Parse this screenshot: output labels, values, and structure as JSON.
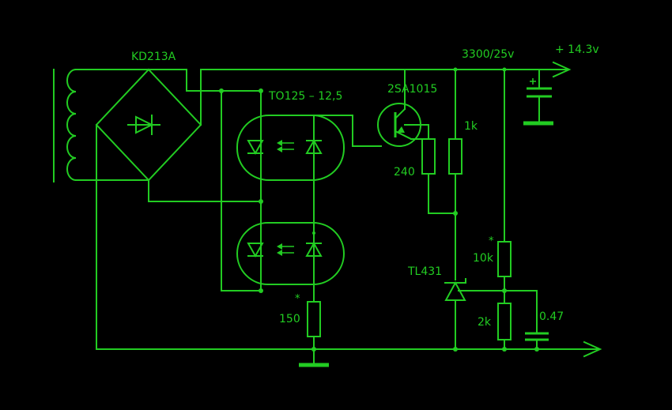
{
  "labels": {
    "bridge": "KD213A",
    "optocoupler": "TO125 – 12,5",
    "transistor": "2SA1015",
    "capacitor_main": "3300/25v",
    "voltage_out": "+ 14.3v",
    "r_1k": "1k",
    "r_240": "240",
    "r_10k": "10k",
    "r_2k": "2k",
    "r_150": "150",
    "cap_047": "0.47",
    "regulator": "TL431",
    "star_10k": "*",
    "star_150": "*"
  },
  "colors": {
    "trace": "#22cc22",
    "background": "#000000"
  }
}
